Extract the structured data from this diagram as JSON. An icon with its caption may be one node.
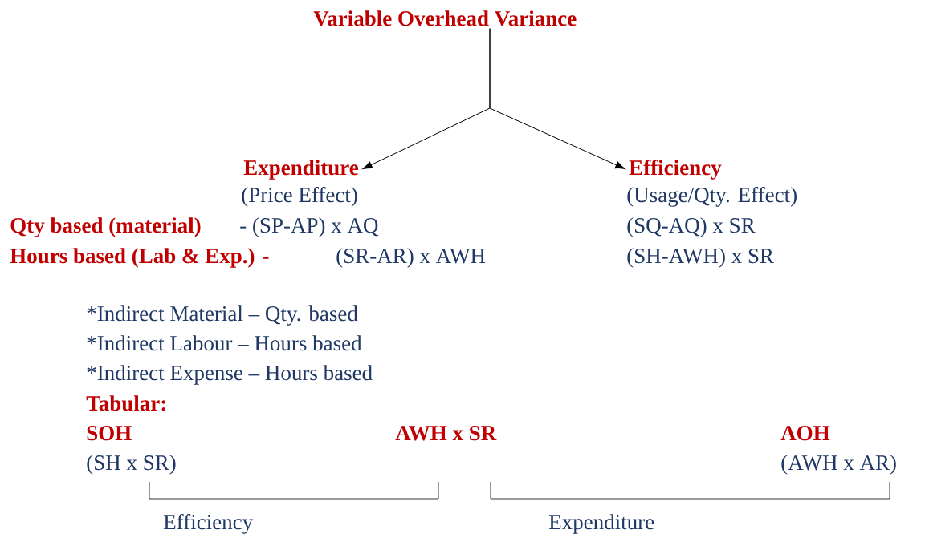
{
  "diagram": {
    "nodes": [
      {
        "text": [
          "Variable Overhead Variance"
        ]
      },
      {
        "text": [
          "Expenditure"
        ]
      },
      {
        "text": [
          "Efficiency"
        ]
      }
    ],
    "edges": [
      {
        "from": 0,
        "to": 1,
        "arrow": "to"
      },
      {
        "from": 0,
        "to": 2,
        "arrow": "to"
      }
    ],
    "labels": [
      "(Price Effect)",
      "(Usage/Qty. Effect)",
      "Qty based (material)",
      "- (SP-AP) x AQ",
      "(SQ-AQ) x SR",
      "Hours based (Lab & Exp.) -",
      "(SR-AR) x AWH",
      "(SH-AWH) x SR",
      "*Indirect Material – Qty. based",
      "*Indirect Labour – Hours based",
      "*Indirect Expense – Hours based",
      "Tabular:",
      "SOH",
      "AWH x SR",
      "AOH",
      "(SH x SR)",
      "(AWH x AR)",
      "Efficiency",
      "Expenditure"
    ]
  }
}
